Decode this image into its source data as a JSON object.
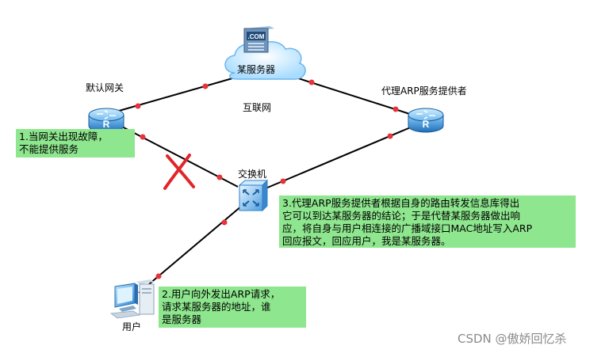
{
  "nodes": {
    "gateway": {
      "label": "默认网关",
      "letter": "R"
    },
    "cloud": {
      "label": "某服务器",
      "sublabel": "互联网",
      "server_badge": ".COM"
    },
    "proxy": {
      "label": "代理ARP服务提供者",
      "letter": "R"
    },
    "switch": {
      "label": "交换机"
    },
    "user": {
      "label": "用户"
    }
  },
  "notes": {
    "step1": "1.当网关出现故障，\n不能提供服务",
    "step2": "2.用户向外发出ARP请求，\n请求某服务器的地址，谁\n是服务器",
    "step3": "3.代理ARP服务提供者根据自身的路由转发信息库得出\n它可以到达某服务器的结论；于是代替某服务器做出响\n应，将自身与用户相连接的广播域接口MAC地址写入ARP\n回应报文，回应用户，我是某服务器。"
  },
  "icons": {
    "router": "router-icon",
    "cloud": "cloud-icon",
    "server": "server-icon",
    "switch": "switch-icon",
    "pc": "pc-icon",
    "failure": "x-mark-icon"
  },
  "colors": {
    "link": "#000000",
    "port": "#e8333a",
    "router_fill": "#3a8fd6",
    "note_bg": "#8ee68e",
    "failure": "#e0262b"
  },
  "watermark": "CSDN @傲娇回忆杀"
}
